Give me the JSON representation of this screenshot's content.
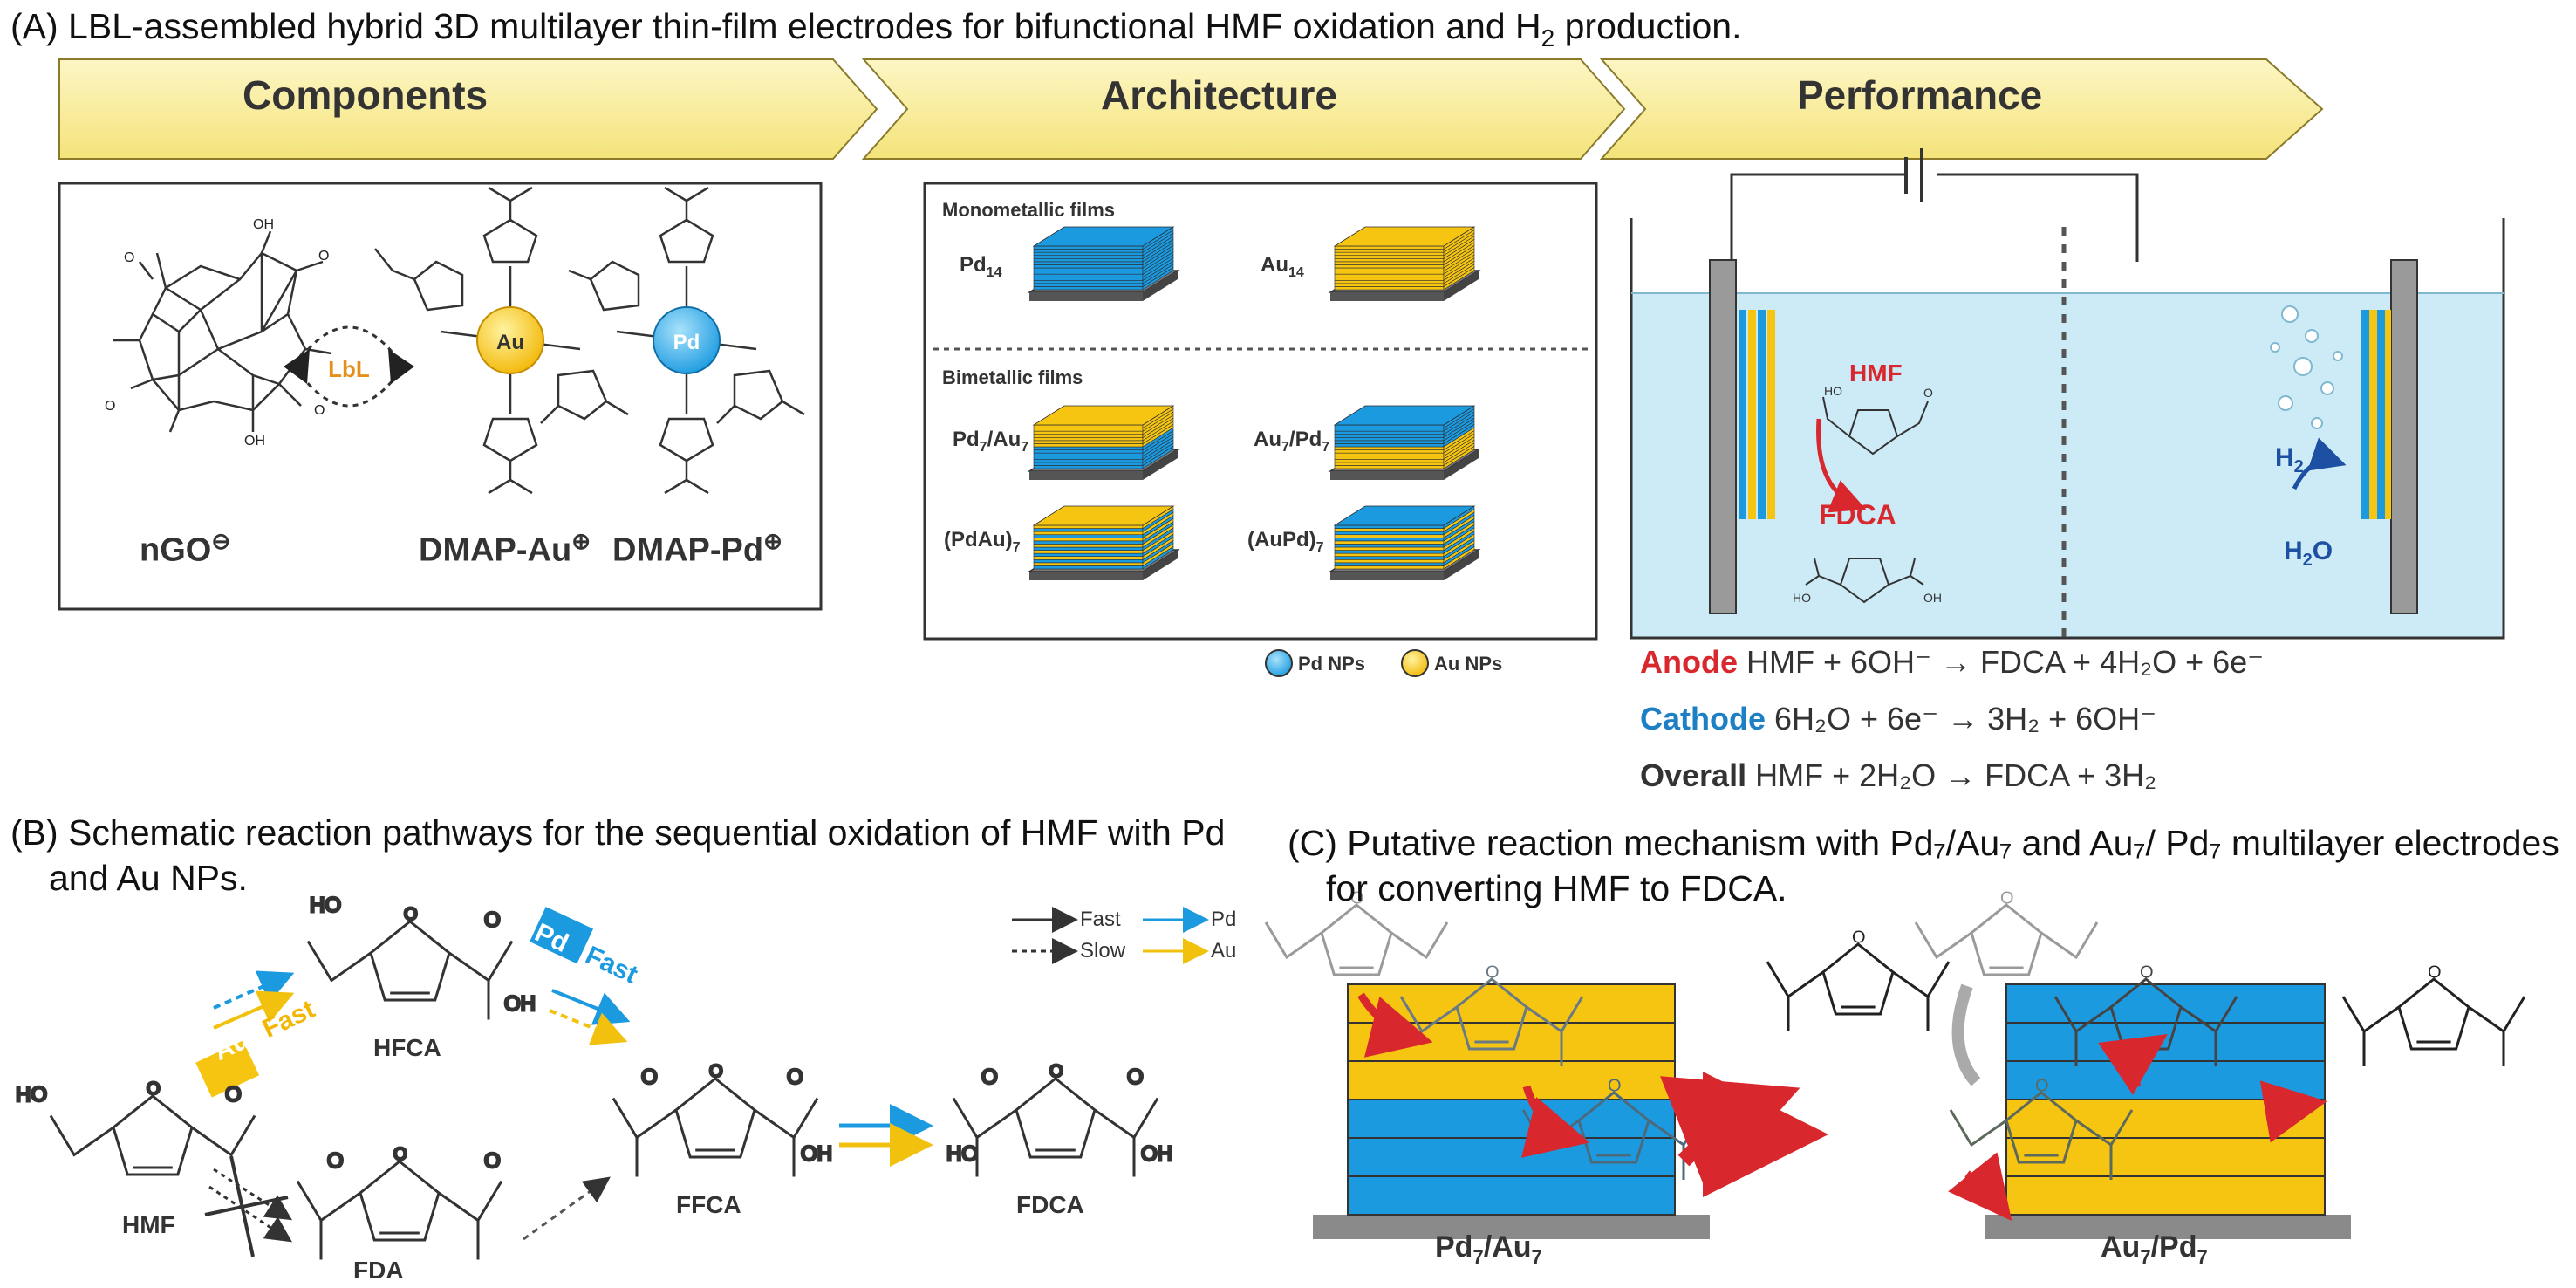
{
  "panelA": {
    "caption_pre": "(A) LBL-assembled hybrid 3D multilayer thin-film electrodes for bifunctional HMF oxidation and H",
    "caption_sub": "2",
    "caption_post": " production.",
    "banner": [
      "Components",
      "Architecture",
      "Performance"
    ],
    "components": {
      "lbl": "LbL",
      "ngo": "nGO",
      "dmap_au": "DMAP-Au",
      "dmap_pd": "DMAP-Pd",
      "au_atom": "Au",
      "pd_atom": "Pd",
      "minus": "⊖",
      "plus": "⊕"
    },
    "architecture": {
      "mono_title": "Monometallic films",
      "bi_title": "Bimetallic films",
      "pd14": "Pd",
      "pd14_sub": "14",
      "au14": "Au",
      "au14_sub": "14",
      "pd7au7": [
        "Pd",
        "7",
        "/Au",
        "7"
      ],
      "au7pd7": [
        "Au",
        "7",
        "/Pd",
        "7"
      ],
      "pdau7": [
        "(PdAu)",
        "7"
      ],
      "aupd7": [
        "(AuPd)",
        "7"
      ],
      "legend_pd": "Pd NPs",
      "legend_au": "Au NPs"
    },
    "performance": {
      "hmf": "HMF",
      "fdca": "FDCA",
      "h2": "H",
      "h2_sub": "2",
      "h2o": "H",
      "h2o_sub": "2",
      "h2o_tail": "O",
      "anode_label": "Anode",
      "anode_eq": "HMF + 6OH⁻ → FDCA + 4H₂O + 6e⁻",
      "cathode_label": "Cathode",
      "cathode_eq": "6H₂O + 6e⁻ → 3H₂ + 6OH⁻",
      "overall_label": "Overall",
      "overall_eq": "HMF + 2H₂O → FDCA + 3H₂"
    }
  },
  "panelB": {
    "caption_line1": "(B) Schematic reaction pathways for the sequential oxidation of HMF with Pd",
    "caption_line2": "and Au NPs.",
    "legend": [
      "Fast",
      "Slow",
      "Pd",
      "Au"
    ],
    "molecules": [
      "HMF",
      "HFCA",
      "FDA",
      "FFCA",
      "FDCA"
    ],
    "badge_au": "Au",
    "badge_au_speed": "Fast",
    "badge_pd": "Pd",
    "badge_pd_speed": "Fast"
  },
  "panelC": {
    "caption_line1": "(C) Putative reaction mechanism with Pd₇/Au₇ and Au₇/ Pd₇ multilayer electrodes",
    "caption_line2": "for converting HMF to FDCA.",
    "left_label": [
      "Pd",
      "7",
      "/Au",
      "7"
    ],
    "right_label": [
      "Au",
      "7",
      "/Pd",
      "7"
    ]
  },
  "colors": {
    "pd_blue": "#1b9ae0",
    "au_yellow": "#f6c512",
    "banner_fill": "#fbf0a6",
    "red_arrow": "#d9272e",
    "solution": "#cdebf6"
  },
  "icons": [
    "battery-icon",
    "bubble-icon",
    "arrow-icon"
  ]
}
